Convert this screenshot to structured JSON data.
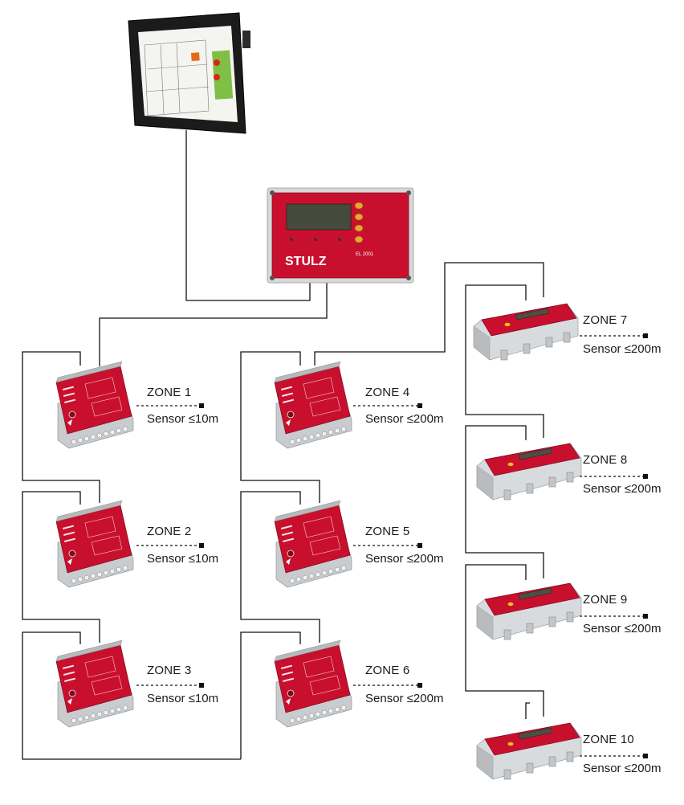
{
  "brand": "STULZ",
  "controller": {
    "model": "EL 2001"
  },
  "zones": [
    {
      "id": 1,
      "label": "ZONE 1",
      "sensor": "Sensor ≤10m"
    },
    {
      "id": 2,
      "label": "ZONE 2",
      "sensor": "Sensor ≤10m"
    },
    {
      "id": 3,
      "label": "ZONE 3",
      "sensor": "Sensor ≤10m"
    },
    {
      "id": 4,
      "label": "ZONE 4",
      "sensor": "Sensor ≤200m"
    },
    {
      "id": 5,
      "label": "ZONE 5",
      "sensor": "Sensor ≤200m"
    },
    {
      "id": 6,
      "label": "ZONE 6",
      "sensor": "Sensor ≤200m"
    },
    {
      "id": 7,
      "label": "ZONE 7",
      "sensor": "Sensor ≤200m"
    },
    {
      "id": 8,
      "label": "ZONE 8",
      "sensor": "Sensor ≤200m"
    },
    {
      "id": 9,
      "label": "ZONE 9",
      "sensor": "Sensor ≤200m"
    },
    {
      "id": 10,
      "label": "ZONE 10",
      "sensor": "Sensor ≤200m"
    }
  ],
  "colors": {
    "device_red": "#c8102e",
    "wire": "#111111",
    "housing_grey": "#d9dcdf",
    "monitor_bezel": "#1b1b1b"
  }
}
